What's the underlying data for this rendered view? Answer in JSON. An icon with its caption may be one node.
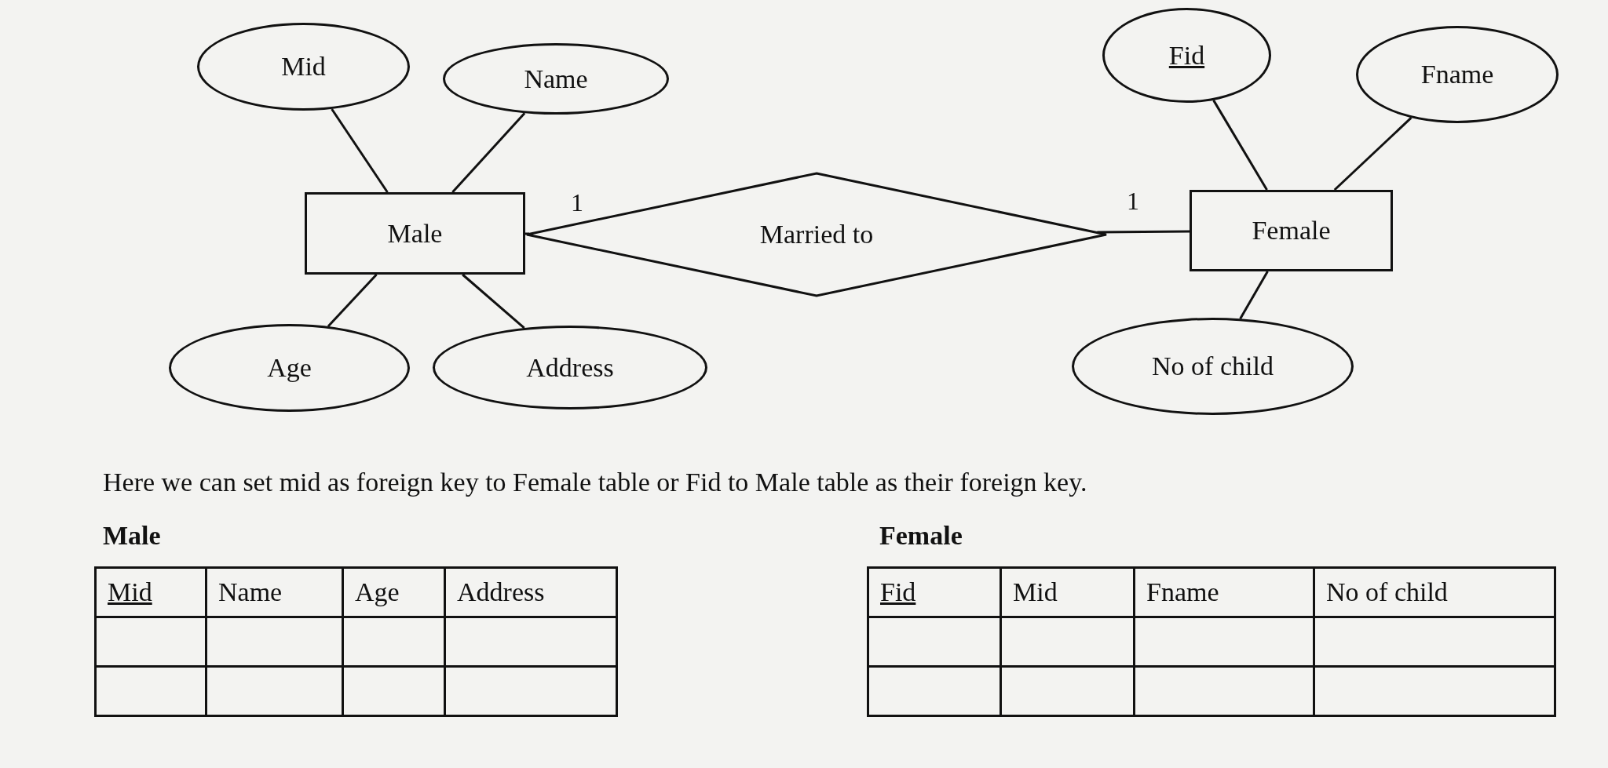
{
  "diagram": {
    "nodes": [
      {
        "text": [
          "Mid"
        ]
      },
      {
        "text": [
          "Name"
        ]
      },
      {
        "text": [
          "Male"
        ]
      },
      {
        "text": [
          "Age"
        ]
      },
      {
        "text": [
          "Address"
        ]
      },
      {
        "text": [
          "Married to"
        ]
      },
      {
        "text": [
          "Fid"
        ]
      },
      {
        "text": [
          "Fname"
        ]
      },
      {
        "text": [
          "Female"
        ]
      },
      {
        "text": [
          "No of child"
        ]
      }
    ],
    "edges": [
      {
        "from": 0,
        "to": 2,
        "arrow": "none"
      },
      {
        "from": 1,
        "to": 2,
        "arrow": "none"
      },
      {
        "from": 2,
        "to": 3,
        "arrow": "none"
      },
      {
        "from": 2,
        "to": 4,
        "arrow": "none"
      },
      {
        "from": 2,
        "to": 5,
        "arrow": "none",
        "label": "1"
      },
      {
        "from": 5,
        "to": 8,
        "arrow": "none",
        "label": "1"
      },
      {
        "from": 6,
        "to": 8,
        "arrow": "none"
      },
      {
        "from": 7,
        "to": 8,
        "arrow": "none"
      },
      {
        "from": 8,
        "to": 9,
        "arrow": "none"
      }
    ],
    "labels": [
      "Here we can set mid as foreign key to Female table or Fid to Male table as their foreign key.",
      "Male",
      "Mid",
      "Name",
      "Age",
      "Address",
      "Female",
      "Fid",
      "Mid",
      "Fname",
      "No of child"
    ]
  }
}
